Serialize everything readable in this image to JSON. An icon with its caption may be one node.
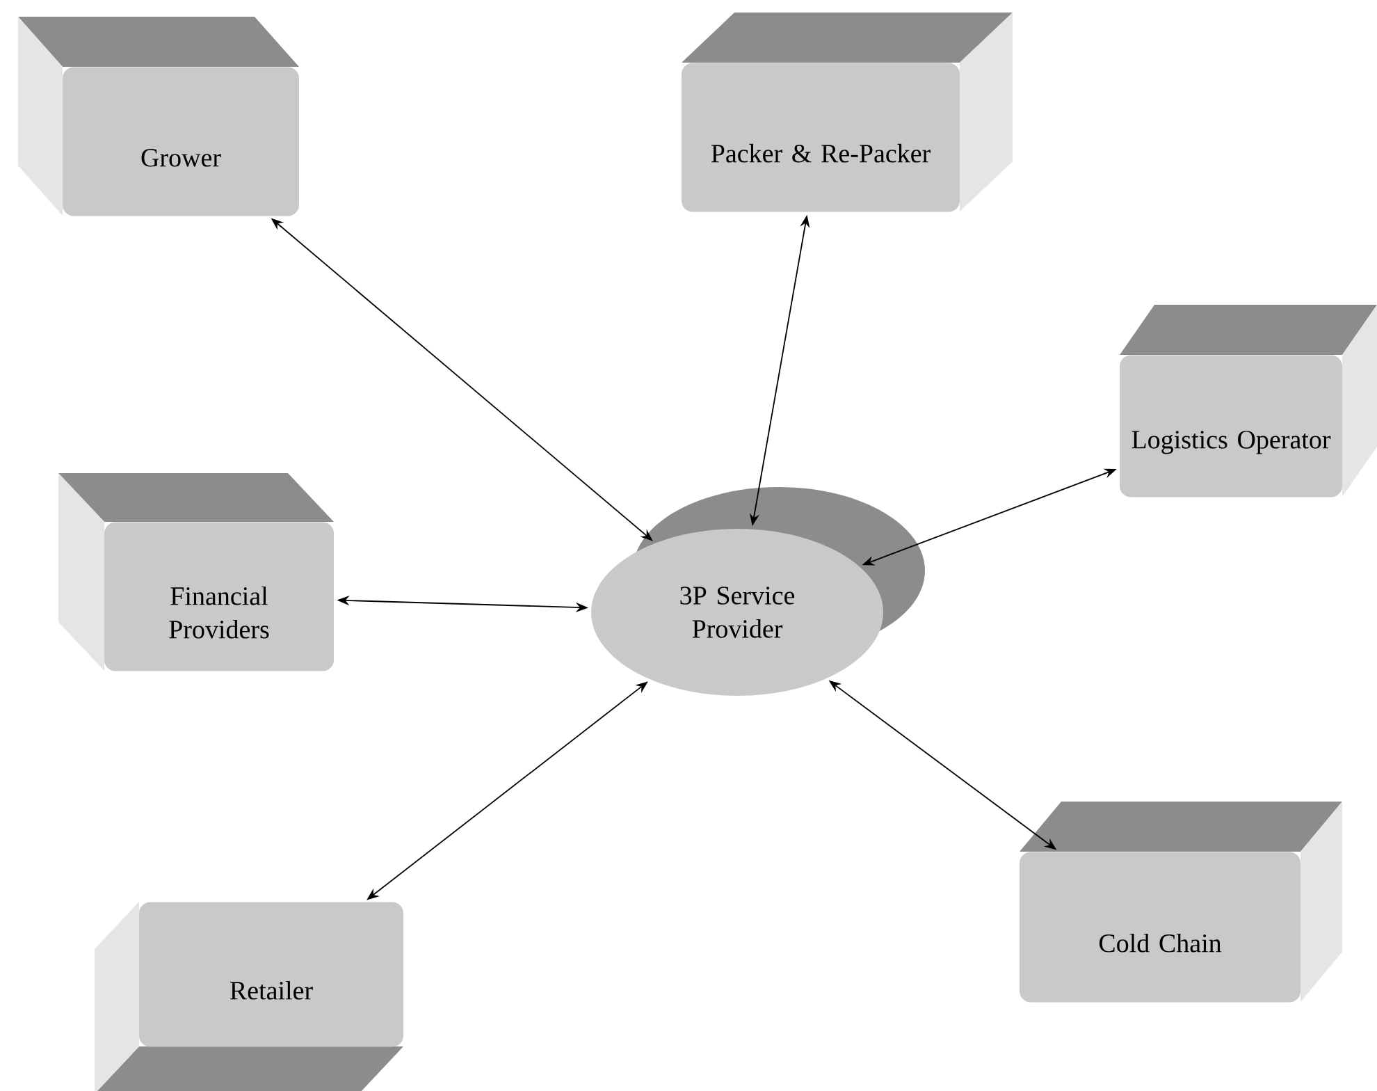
{
  "diagram": {
    "nodes": [
      {
        "text": [
          "Grower"
        ]
      },
      {
        "text": [
          "Packer & Re-Packer"
        ]
      },
      {
        "text": [
          "Logistics Operator"
        ]
      },
      {
        "text": [
          "Financial Providers"
        ]
      },
      {
        "text": [
          "3P Service Provider"
        ]
      },
      {
        "text": [
          "Cold Chain"
        ]
      },
      {
        "text": [
          "Retailer"
        ]
      }
    ],
    "edges": [
      {
        "from": 4,
        "to": 0,
        "arrow": "both"
      },
      {
        "from": 4,
        "to": 1,
        "arrow": "both"
      },
      {
        "from": 4,
        "to": 2,
        "arrow": "both"
      },
      {
        "from": 4,
        "to": 3,
        "arrow": "both"
      },
      {
        "from": 4,
        "to": 5,
        "arrow": "both"
      },
      {
        "from": 4,
        "to": 6,
        "arrow": "both"
      }
    ]
  }
}
